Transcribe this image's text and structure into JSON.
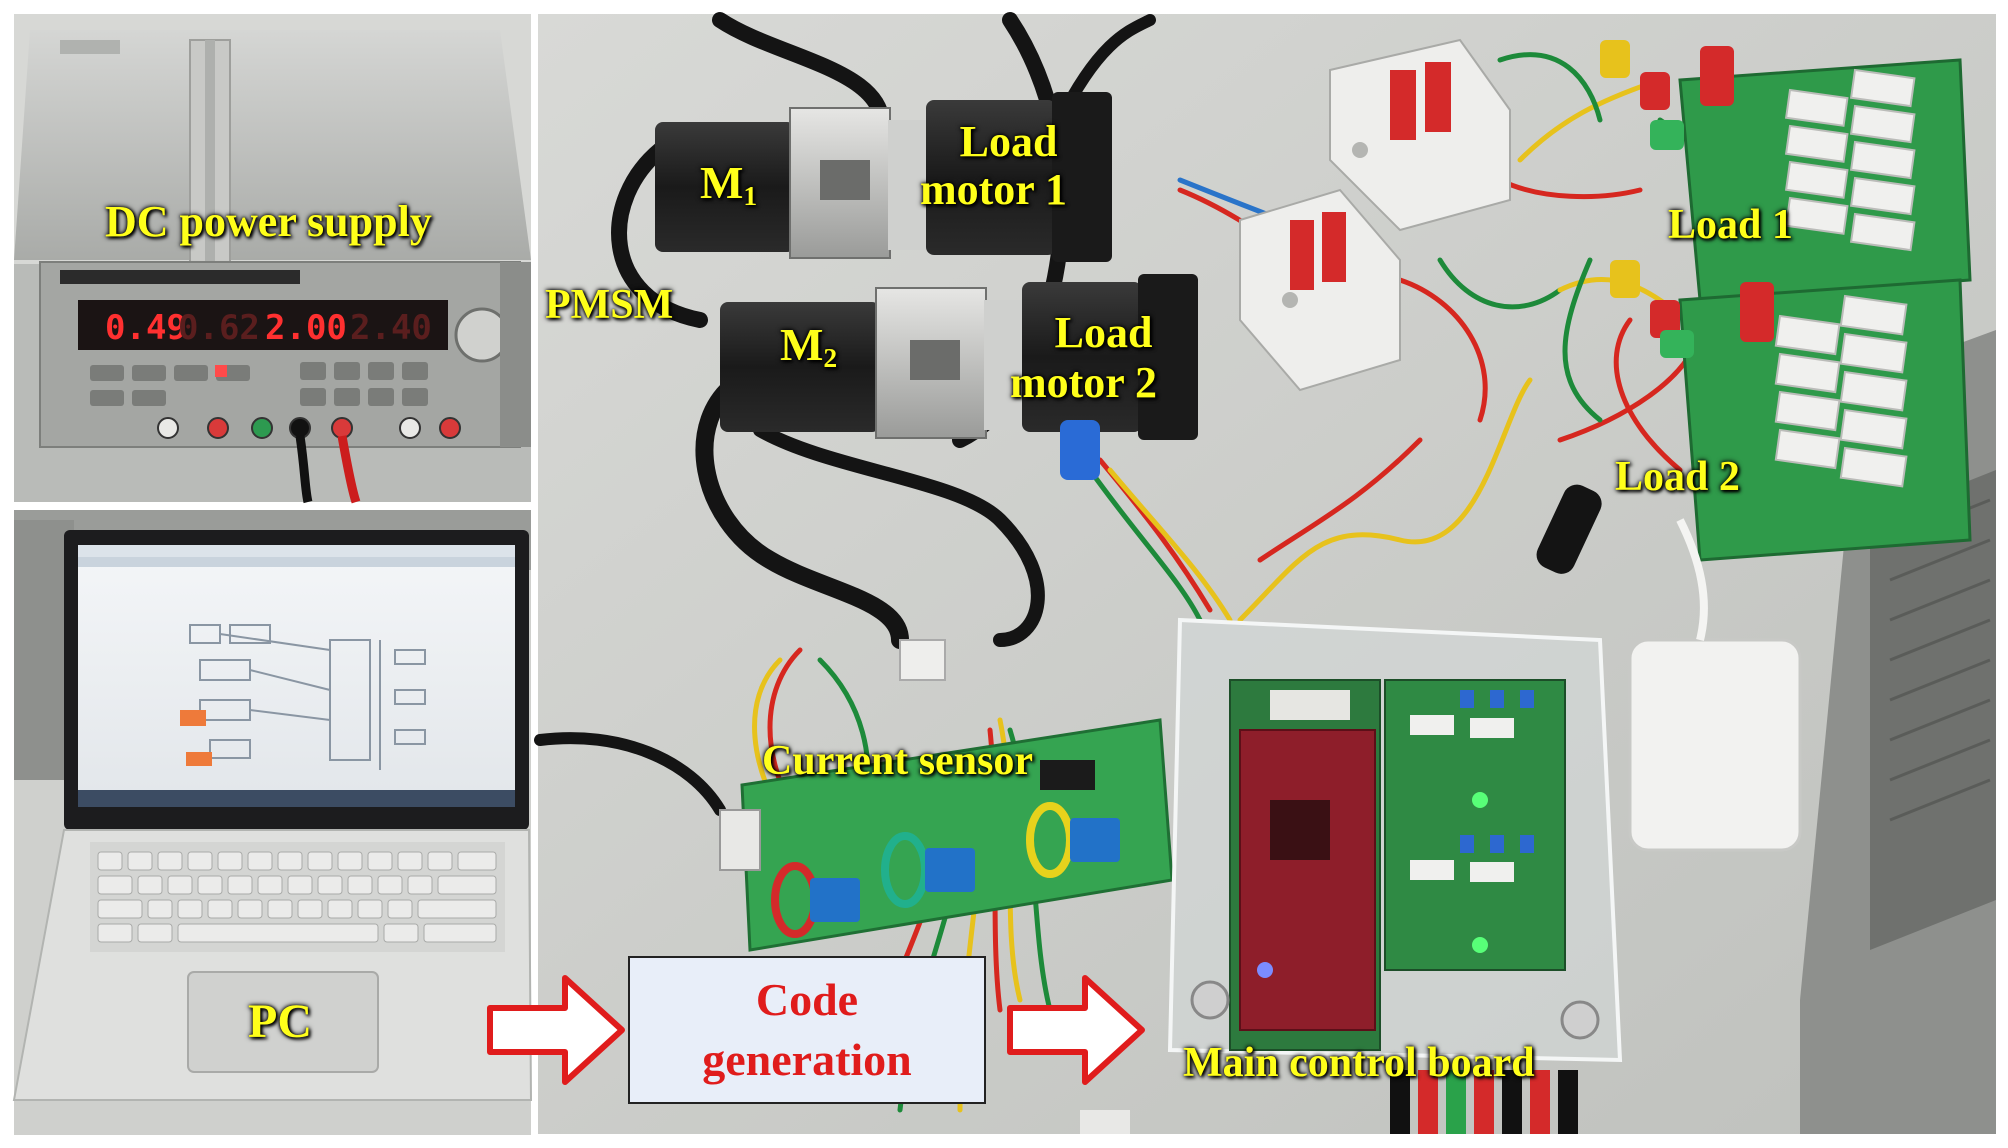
{
  "labels": {
    "dc_power_supply": "DC power supply",
    "pc": "PC",
    "pmsm": "PMSM",
    "m1": "M",
    "m1_sub": "1",
    "m2": "M",
    "m2_sub": "2",
    "load_motor_1_line1": "Load",
    "load_motor_1_line2": "motor 1",
    "load_motor_2_line1": "Load",
    "load_motor_2_line2": "motor 2",
    "load_1": "Load 1",
    "load_2": "Load 2",
    "current_sensor": "Current sensor",
    "main_control_board": "Main control board"
  },
  "code_box": {
    "line1": "Code",
    "line2": "generation"
  },
  "psu_display": {
    "readout_1": "0.49",
    "readout_2": "0.62",
    "readout_3": "2.00",
    "readout_4": "2.40"
  },
  "colors": {
    "label_yellow": "#ffff1a",
    "code_red": "#e01c1c",
    "arrow_red": "#e01c1c",
    "pcb_green": "#2f9a4a",
    "breaker_red": "#d42a2a"
  }
}
